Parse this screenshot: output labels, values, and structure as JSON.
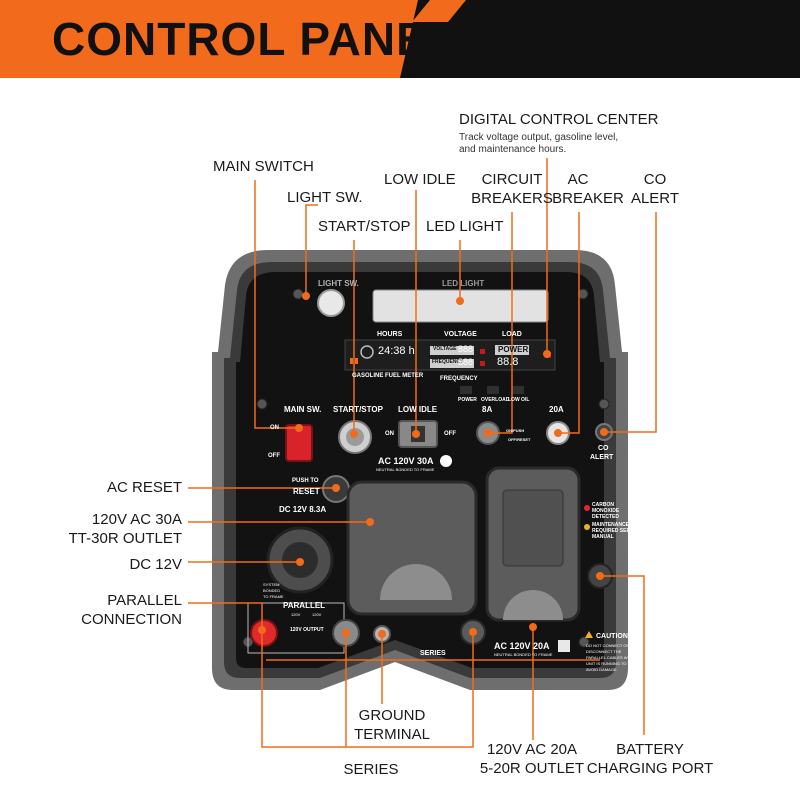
{
  "title": "CONTROL PANEL",
  "colors": {
    "accent": "#f26b1d",
    "panel": "#111111",
    "frame": "#6f6f6f",
    "leader": "#f26b1d"
  },
  "callouts": {
    "digital_control_center": "DIGITAL CONTROL CENTER",
    "digital_desc_1": "Track voltage output, gasoline level,",
    "digital_desc_2": "and maintenance hours.",
    "main_switch": "MAIN SWITCH",
    "light_sw": "LIGHT SW.",
    "low_idle": "LOW IDLE",
    "start_stop": "START/STOP",
    "led_light": "LED LIGHT",
    "circuit_1": "CIRCUIT",
    "circuit_2": "BREAKERS",
    "ac_breaker_1": "AC",
    "ac_breaker_2": "BREAKER",
    "co_alert_1": "CO",
    "co_alert_2": "ALERT",
    "ac_reset": "AC RESET",
    "outlet_30a_1": "120V AC 30A",
    "outlet_30a_2": "TT-30R OUTLET",
    "dc_12v": "DC 12V",
    "parallel_1": "PARALLEL",
    "parallel_2": "CONNECTION",
    "ground_1": "GROUND",
    "ground_2": "TERMINAL",
    "series": "SERIES",
    "outlet_20a_1": "120V AC 20A",
    "outlet_20a_2": "5-20R OUTLET",
    "battery_1": "BATTERY",
    "battery_2": "CHARGING PORT"
  },
  "panel": {
    "light_sw": "LIGHT SW.",
    "led_light": "LED LIGHT",
    "hours": "HOURS",
    "voltage": "VOLTAGE",
    "load": "LOAD",
    "hours_value": "24:38 h",
    "voltage_tag": "VOLTAGE",
    "voltage_value": "888",
    "frequency_tag": "FREQUENCY",
    "frequency_value": "888",
    "power_tag": "POWER",
    "power_value": "88.8",
    "gasoline": "GASOLINE FUEL METER",
    "frequency": "FREQUENCY",
    "power": "POWER",
    "overload": "OVERLOAD",
    "low_oil": "LOW OIL",
    "main_sw": "MAIN SW.",
    "start_stop": "START/STOP",
    "low_idle": "LOW IDLE",
    "on": "ON",
    "off": "OFF",
    "on2": "ON",
    "off2": "OFF",
    "breaker_8a": "8A",
    "breaker_20a": "20A",
    "on_push": "ON/PUSH",
    "off_reset": "OFF/RESET",
    "co_1": "CO",
    "co_2": "ALERT",
    "ac_30a": "AC 120V 30A",
    "neutral_1": "NEUTRAL BONDED TO FRAME",
    "push_to": "PUSH TO",
    "reset": "RESET",
    "dc_12v": "DC 12V 8.3A",
    "system_1": "SYSTEM",
    "system_2": "BONDED",
    "system_3": "TO FRAME",
    "parallel": "PARALLEL",
    "v120": "120V",
    "v120b": "120V",
    "output": "120V OUTPUT",
    "series": "SERIES",
    "ac_20a": "AC 120V 20A",
    "neutral_2": "NEUTRAL BONDED TO FRAME",
    "co_det_1": "CARBON",
    "co_det_2": "MONOXIDE",
    "co_det_3": "DETECTED",
    "maint_1": "MAINTENANCE",
    "maint_2": "REQUIRED SEE",
    "maint_3": "MANUAL",
    "caution": "CAUTION",
    "caution_1": "DO NOT CONNECT OR",
    "caution_2": "DISCONNECT THE",
    "caution_3": "PARALLEL CABLES WHILE",
    "caution_4": "UNIT IS RUNNING TO",
    "caution_5": "AVOID DAMAGE."
  }
}
